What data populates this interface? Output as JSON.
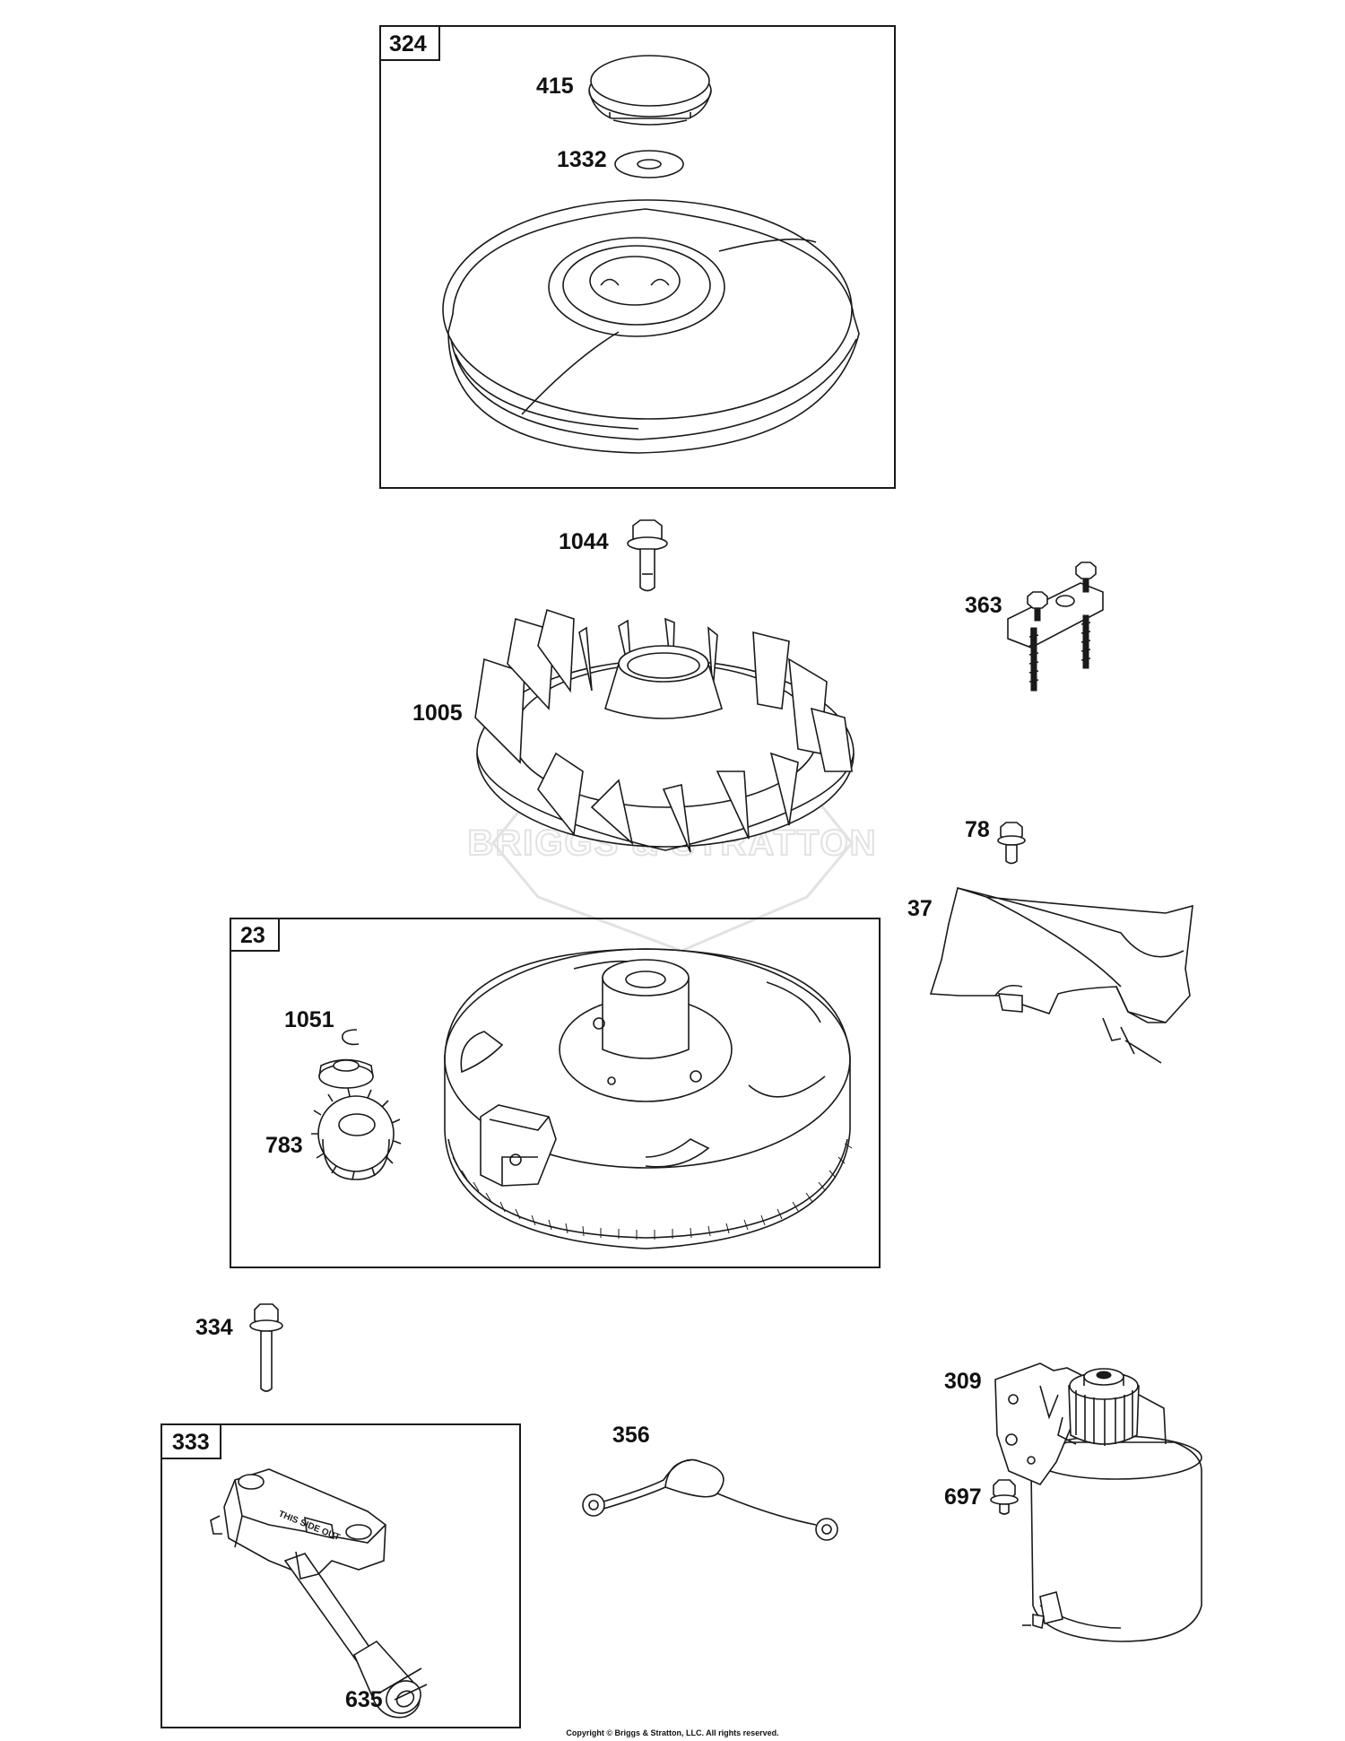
{
  "parts": {
    "p415": "415",
    "p1332": "1332",
    "p1044": "1044",
    "p363": "363",
    "p1005": "1005",
    "p78": "78",
    "p37": "37",
    "p1051": "1051",
    "p783": "783",
    "p334": "334",
    "p309": "309",
    "p697": "697",
    "p356": "356",
    "p635": "635"
  },
  "groups": {
    "g324": "324",
    "g23": "23",
    "g333": "333"
  },
  "watermark": "BRIGGS & STRATTON",
  "starter_text": "THIS SIDE OUT",
  "copyright": "Copyright © Briggs & Stratton, LLC. All rights reserved."
}
